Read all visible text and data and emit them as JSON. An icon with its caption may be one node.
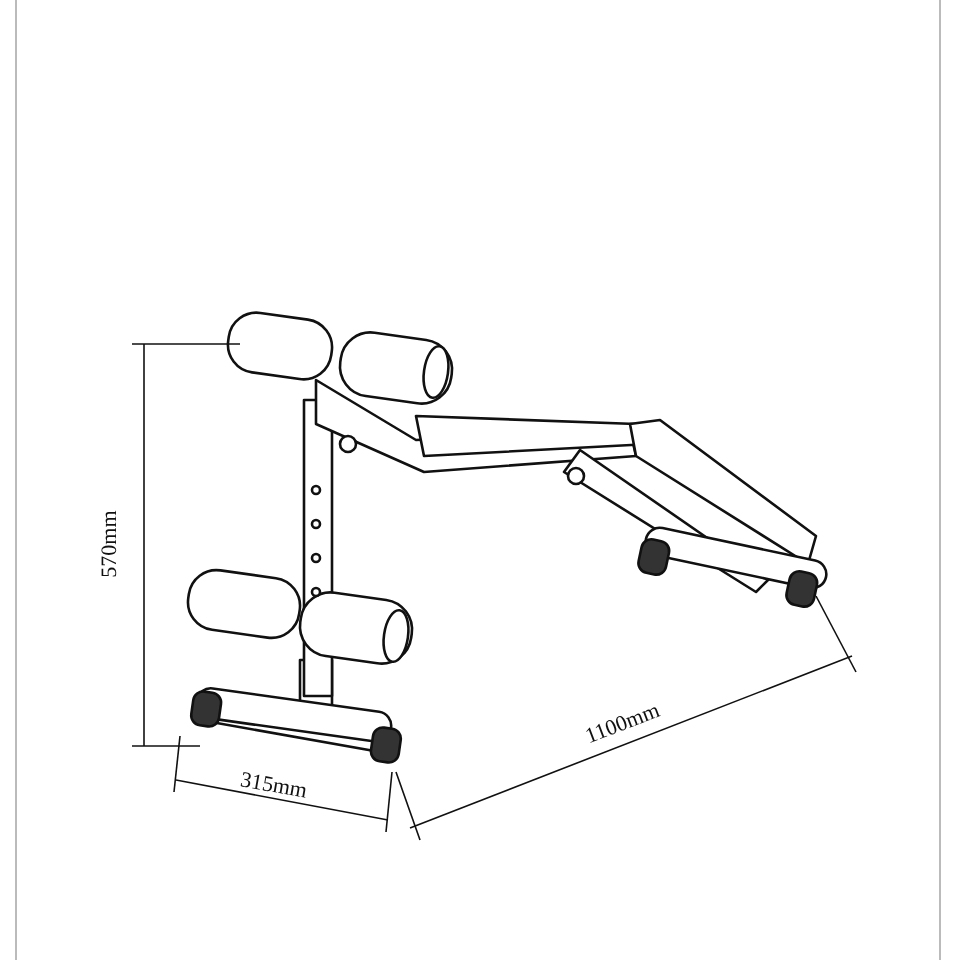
{
  "diagram": {
    "labels": [
      "570mm",
      "315mm",
      "1100mm"
    ]
  }
}
